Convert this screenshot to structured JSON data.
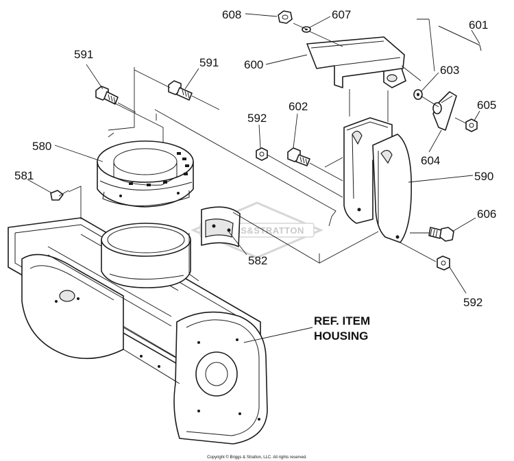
{
  "labels": {
    "p608": "608",
    "p607": "607",
    "p601": "601",
    "p591a": "591",
    "p591b": "591",
    "p600": "600",
    "p603": "603",
    "p605": "605",
    "p592a": "592",
    "p602": "602",
    "p580": "580",
    "p604": "604",
    "p590": "590",
    "p581": "581",
    "p606": "606",
    "p582": "582",
    "p592b": "592",
    "ref_line1": "REF. ITEM",
    "ref_line2": "HOUSING"
  },
  "watermark": "BRIGGS&STRATTON",
  "copyright": "Copyright © Briggs & Stratton, LLC. All rights reserved."
}
